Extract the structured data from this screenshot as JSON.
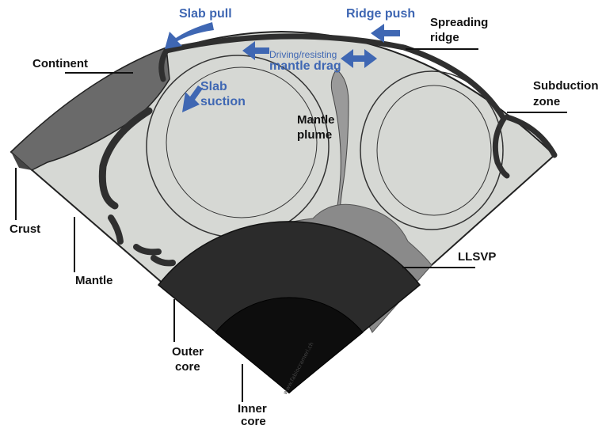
{
  "labels": {
    "continent": "Continent",
    "crust": "Crust",
    "mantle": "Mantle",
    "outer_core_1": "Outer",
    "outer_core_2": "core",
    "inner_core_1": "Inner",
    "inner_core_2": "core",
    "mantle_plume_1": "Mantle",
    "mantle_plume_2": "plume",
    "spreading_ridge_1": "Spreading",
    "spreading_ridge_2": "ridge",
    "subduction_zone_1": "Subduction",
    "subduction_zone_2": "zone",
    "llsvp": "LLSVP"
  },
  "forces": {
    "slab_pull": "Slab pull",
    "ridge_push": "Ridge push",
    "slab_suction_1": "Slab",
    "slab_suction_2": "suction",
    "drag_1": "Driving/resisting",
    "drag_2": "mantle drag"
  },
  "credit": "www.fabiocrameri.ch",
  "colors": {
    "mantle_fill": "#d6d8d4",
    "crust_dark": "#6a6a6a",
    "slab": "#2f2f2f",
    "llsvp": "#8a8a8a",
    "outer_core": "#2b2b2b",
    "inner_core": "#0d0d0d",
    "arrow_blue": "#3f67b3"
  }
}
